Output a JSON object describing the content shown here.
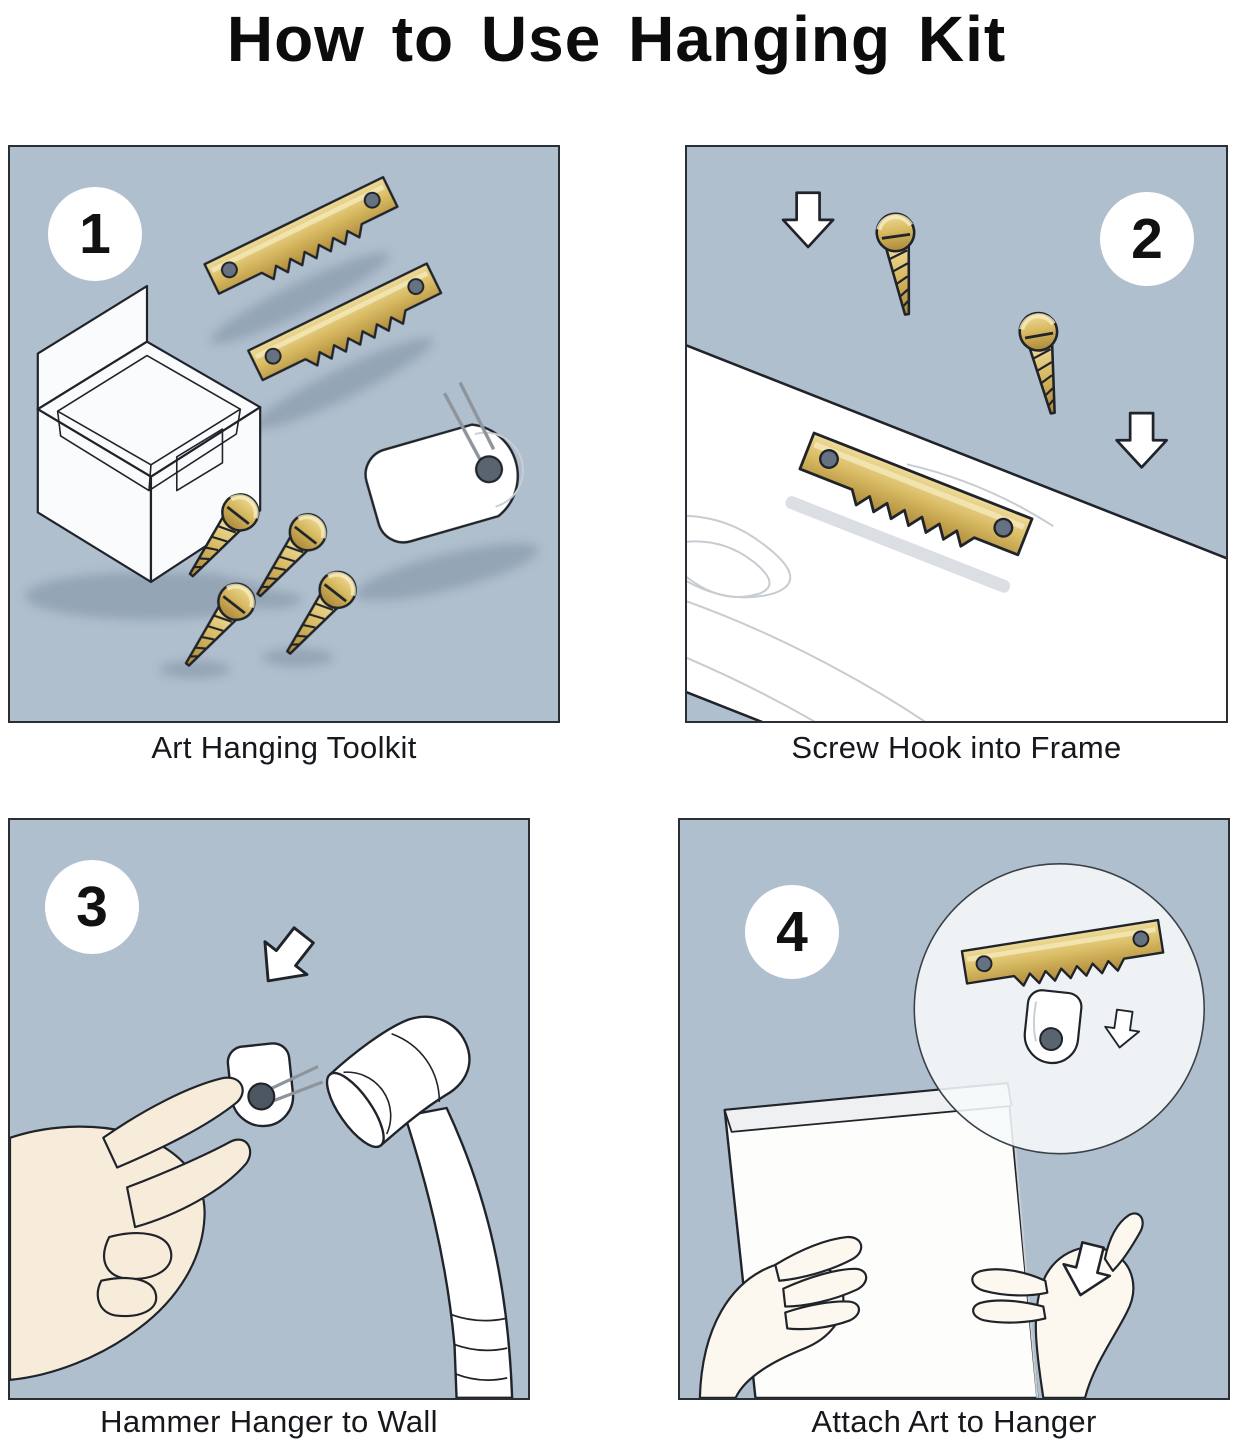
{
  "title": "How to Use Hanging Kit",
  "panels": [
    {
      "number": "1",
      "caption": "Art Hanging Toolkit"
    },
    {
      "number": "2",
      "caption": "Screw Hook into Frame"
    },
    {
      "number": "3",
      "caption": "Hammer Hanger to Wall"
    },
    {
      "number": "4",
      "caption": "Attach Art to Hanger"
    }
  ],
  "colors": {
    "panel_background": "#b0bfce",
    "brass": "#d8ba62",
    "outline": "#20242a",
    "arrow_fill": "#ffffff",
    "hand_skin": "#f7ecd9",
    "page_background": "#ffffff"
  }
}
